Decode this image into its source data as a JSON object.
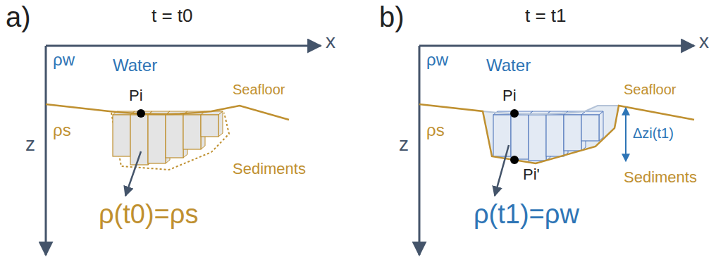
{
  "diagram": {
    "labels": [
      "a)",
      "t = t0",
      "x",
      "z",
      "ρw",
      "Water",
      "Pi",
      "Seafloor",
      "ρs",
      "Sediments",
      "ρ(t0)=ρs",
      "b)",
      "t = t1",
      "x",
      "z",
      "ρw",
      "Water",
      "Pi",
      "Seafloor",
      "ρs",
      "Pi'",
      "Δzi(t1)",
      "Sediments",
      "ρ(t1)=ρw"
    ]
  }
}
